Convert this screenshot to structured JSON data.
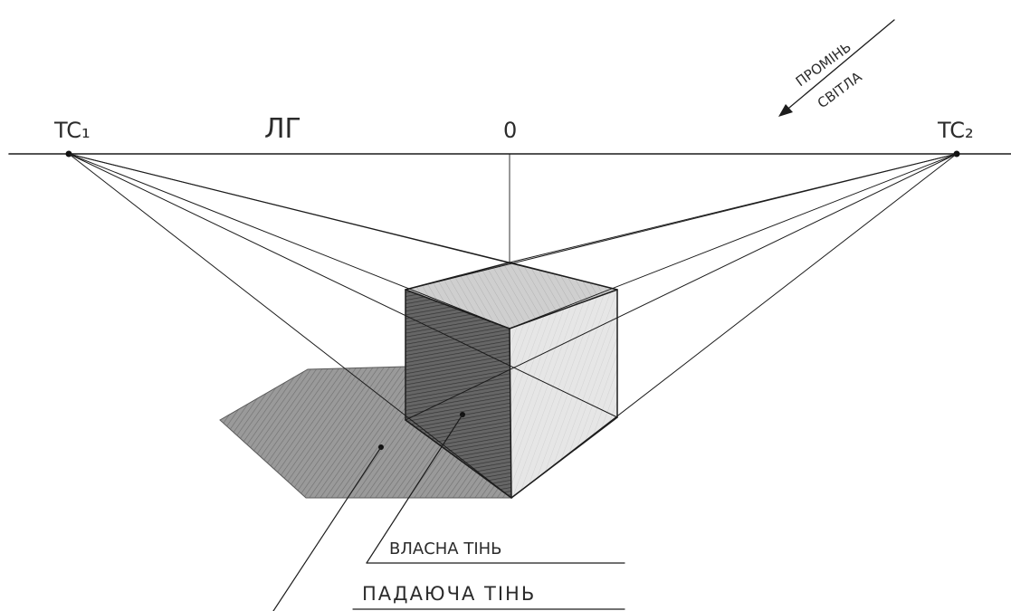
{
  "labels": {
    "tc1": "TC₁",
    "tc2": "TC₂",
    "horizon": "ЛГ",
    "center": "0",
    "light_line1": "ПРОМІНЬ",
    "light_line2": "СВІТЛА",
    "own_shadow": "ВЛАСНА ТІНЬ",
    "cast_shadow": "ПАДАЮЧА ТІНЬ"
  },
  "colors": {
    "ink": "#1c1c1c",
    "own_shadow_fill": "#5a5a5a",
    "cast_shadow_fill": "#8e8e8e",
    "top_face_fill": "#c4c4c4",
    "right_face_fill": "#e2e2e2"
  }
}
